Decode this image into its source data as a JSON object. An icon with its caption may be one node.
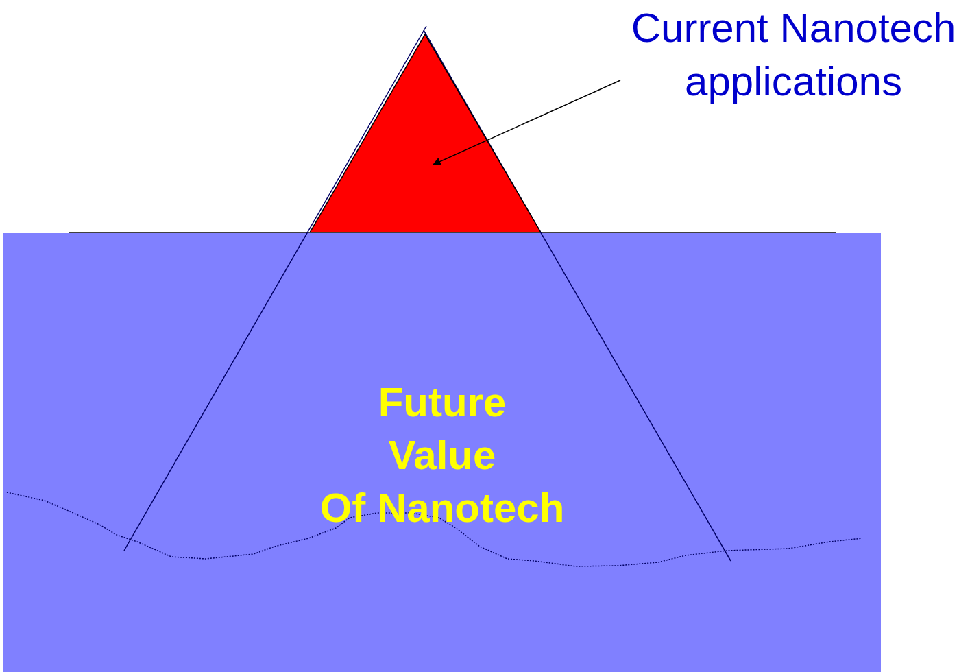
{
  "diagram": {
    "nodes": [
      {
        "text": [
          "Current Nanotech applications"
        ]
      },
      {
        "text": [],
        "shape": "triangle"
      }
    ],
    "edges": [
      {
        "from": 0,
        "to": 1,
        "arrow": "to"
      }
    ],
    "labels": [
      "Future Value Of Nanotech"
    ]
  }
}
